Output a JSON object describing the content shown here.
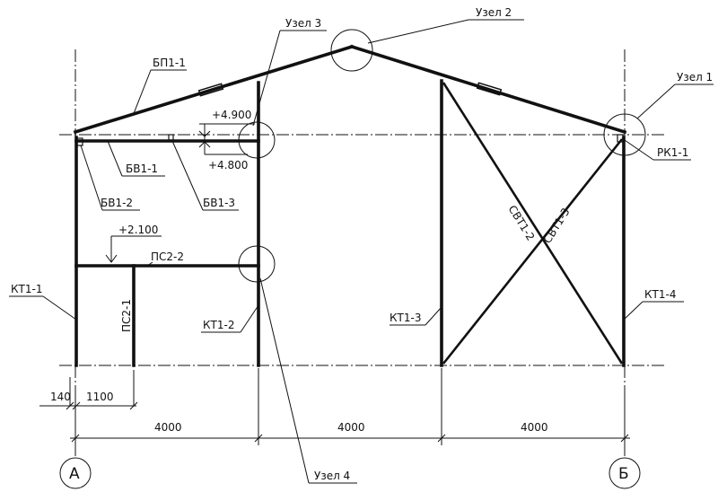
{
  "nodes": {
    "node1": "Узел 1",
    "node2": "Узел 2",
    "node3": "Узел 3",
    "node4": "Узел 4"
  },
  "members": {
    "bp1_1": "БП1-1",
    "bv1_1": "БВ1-1",
    "bv1_2": "БВ1-2",
    "bv1_3": "БВ1-3",
    "ps2_2": "ПС2-2",
    "ps2_1": "ПС2-1",
    "kt1_1": "КТ1-1",
    "kt1_2": "КТ1-2",
    "kt1_3": "КТ1-3",
    "kt1_4": "КТ1-4",
    "rk1_1": "РК1-1",
    "svt1_2": "СВТ1-2",
    "svt1_3": "СВТ1-3"
  },
  "elevations": {
    "e4900": "+4.900",
    "e4800": "+4.800",
    "e2100": "+2.100"
  },
  "dimensions": {
    "d140": "140",
    "d1100": "1100",
    "span1": "4000",
    "span2": "4000",
    "span3": "4000"
  },
  "axes": {
    "left": "А",
    "right": "Б"
  }
}
